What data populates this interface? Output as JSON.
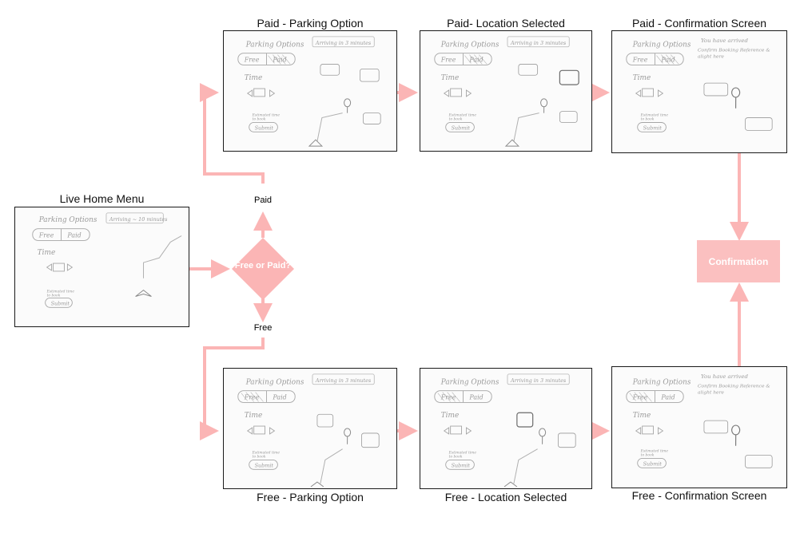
{
  "colors": {
    "accent": "#fbb5b5",
    "frame_border": "#1a1a1a",
    "sketch_ink": "#9a9a9a"
  },
  "decision": {
    "label": "Free or Paid?",
    "paid": "Paid",
    "free": "Free"
  },
  "final": {
    "label": "Confirmation"
  },
  "screens": {
    "home": {
      "caption": "Live Home Menu",
      "parking": "Parking Options",
      "toggle_a": "Free",
      "toggle_b": "Paid",
      "time": "Time",
      "note": "Arriving ~ 10 minutes",
      "submit": "Submit"
    },
    "paid_option": {
      "caption": "Paid - Parking Option",
      "parking": "Parking Options",
      "toggle_a": "Free",
      "toggle_b": "Paid",
      "time": "Time",
      "note": "Arriving in 3 minutes",
      "submit": "Submit"
    },
    "paid_location": {
      "caption": "Paid- Location Selected",
      "parking": "Parking Options",
      "toggle_a": "Free",
      "toggle_b": "Paid",
      "time": "Time",
      "note": "Arriving in 3 minutes",
      "submit": "Submit"
    },
    "paid_confirm": {
      "caption": "Paid - Confirmation Screen",
      "parking": "Parking Options",
      "toggle_a": "Free",
      "toggle_b": "Paid",
      "time": "Time",
      "note": "You have arrived",
      "submit": "Submit"
    },
    "free_option": {
      "caption": "Free - Parking Option",
      "parking": "Parking Options",
      "toggle_a": "Free",
      "toggle_b": "Paid",
      "time": "Time",
      "note": "Arriving in 3 minutes",
      "submit": "Submit"
    },
    "free_location": {
      "caption": "Free - Location Selected",
      "parking": "Parking Options",
      "toggle_a": "Free",
      "toggle_b": "Paid",
      "time": "Time",
      "note": "Arriving in 3 minutes",
      "submit": "Submit"
    },
    "free_confirm": {
      "caption": "Free - Confirmation Screen",
      "parking": "Parking Options",
      "toggle_a": "Free",
      "toggle_b": "Paid",
      "time": "Time",
      "note": "You have arrived",
      "submit": "Submit"
    }
  }
}
